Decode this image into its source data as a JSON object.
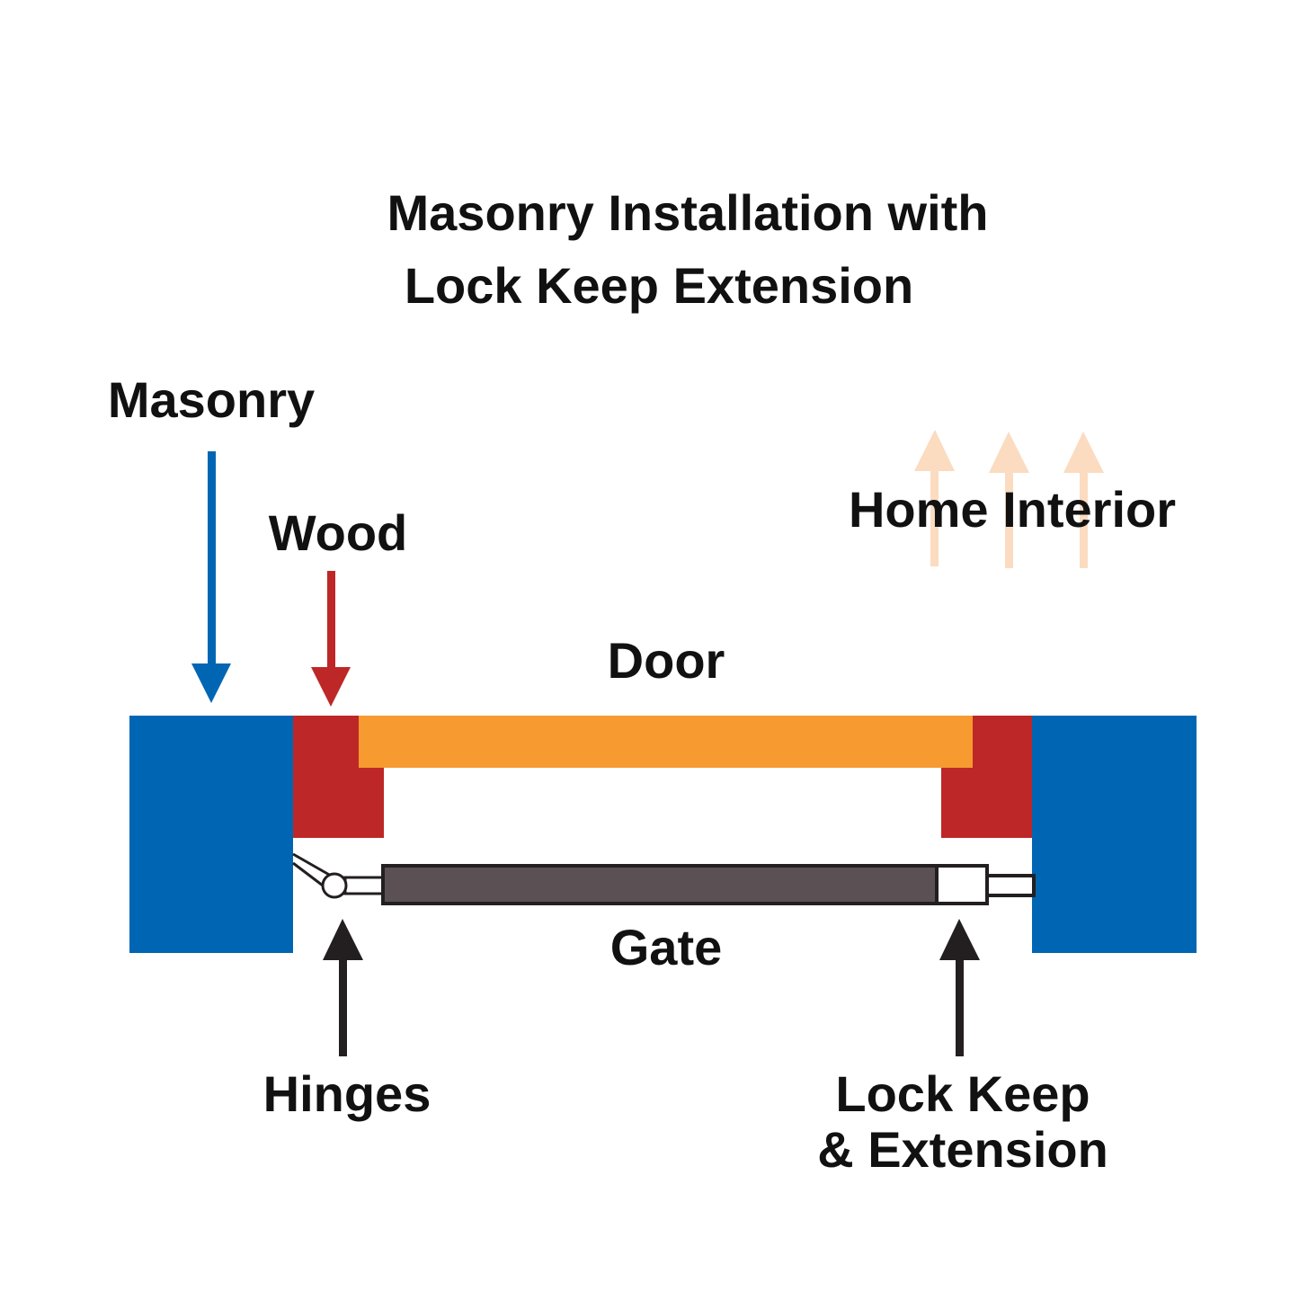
{
  "title": {
    "line1": "Masonry Installation with",
    "line2": "Lock Keep Extension"
  },
  "labels": {
    "masonry": "Masonry",
    "wood": "Wood",
    "home_interior": "Home Interior",
    "door": "Door",
    "gate": "Gate",
    "hinges": "Hinges",
    "lock_keep_line1": "Lock Keep",
    "lock_keep_line2": "& Extension"
  },
  "colors": {
    "masonry": "#0066b3",
    "wood": "#be2727",
    "door": "#f79a30",
    "gate_bar": "#5b5155",
    "interior_arrows": "#fbdcc0",
    "outline": "#231f20"
  }
}
